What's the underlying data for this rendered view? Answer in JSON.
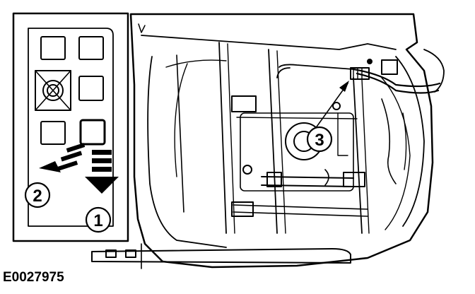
{
  "figure": {
    "id_label": "E0027975"
  },
  "callouts": [
    {
      "number": "1"
    },
    {
      "number": "2"
    },
    {
      "number": "3"
    }
  ],
  "colors": {
    "line": "#000000",
    "background": "#ffffff"
  },
  "icons": [
    "arrow-down-icon",
    "arrow-left-down-icon",
    "leader-arrow-icon"
  ]
}
